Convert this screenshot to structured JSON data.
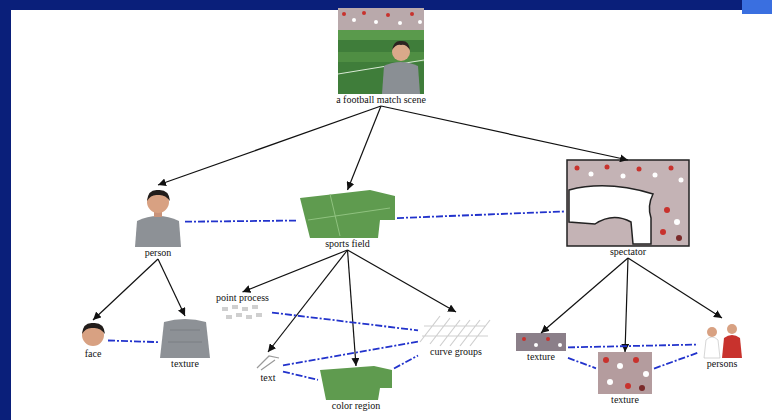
{
  "diagram": {
    "nodes": [
      {
        "text": [
          "a football match scene"
        ]
      },
      {
        "text": [
          "person"
        ]
      },
      {
        "text": [
          "sports field"
        ]
      },
      {
        "text": [
          "spectator"
        ]
      },
      {
        "text": [
          "face"
        ]
      },
      {
        "text": [
          "texture"
        ]
      },
      {
        "text": [
          "point process"
        ]
      },
      {
        "text": [
          "text"
        ]
      },
      {
        "text": [
          "color region"
        ]
      },
      {
        "text": [
          "curve groups"
        ]
      },
      {
        "text": [
          "texture"
        ]
      },
      {
        "text": [
          "texture"
        ]
      },
      {
        "text": [
          "persons"
        ]
      }
    ],
    "edges": [
      {
        "from": 0,
        "to": 1,
        "arrow": "to"
      },
      {
        "from": 0,
        "to": 2,
        "arrow": "to"
      },
      {
        "from": 0,
        "to": 3,
        "arrow": "to"
      },
      {
        "from": 1,
        "to": 4,
        "arrow": "to"
      },
      {
        "from": 1,
        "to": 5,
        "arrow": "to"
      },
      {
        "from": 2,
        "to": 6,
        "arrow": "to"
      },
      {
        "from": 2,
        "to": 7,
        "arrow": "to"
      },
      {
        "from": 2,
        "to": 8,
        "arrow": "to"
      },
      {
        "from": 2,
        "to": 9,
        "arrow": "to"
      },
      {
        "from": 3,
        "to": 10,
        "arrow": "to"
      },
      {
        "from": 3,
        "to": 11,
        "arrow": "to"
      },
      {
        "from": 3,
        "to": 12,
        "arrow": "to"
      },
      {
        "from": 1,
        "to": 2,
        "arrow": "none"
      },
      {
        "from": 2,
        "to": 3,
        "arrow": "none"
      },
      {
        "from": 4,
        "to": 5,
        "arrow": "none"
      },
      {
        "from": 6,
        "to": 9,
        "arrow": "none"
      },
      {
        "from": 7,
        "to": 9,
        "arrow": "none"
      },
      {
        "from": 7,
        "to": 8,
        "arrow": "none"
      },
      {
        "from": 8,
        "to": 9,
        "arrow": "none"
      },
      {
        "from": 10,
        "to": 11,
        "arrow": "none"
      },
      {
        "from": 10,
        "to": 12,
        "arrow": "none"
      },
      {
        "from": 11,
        "to": 12,
        "arrow": "none"
      }
    ]
  }
}
